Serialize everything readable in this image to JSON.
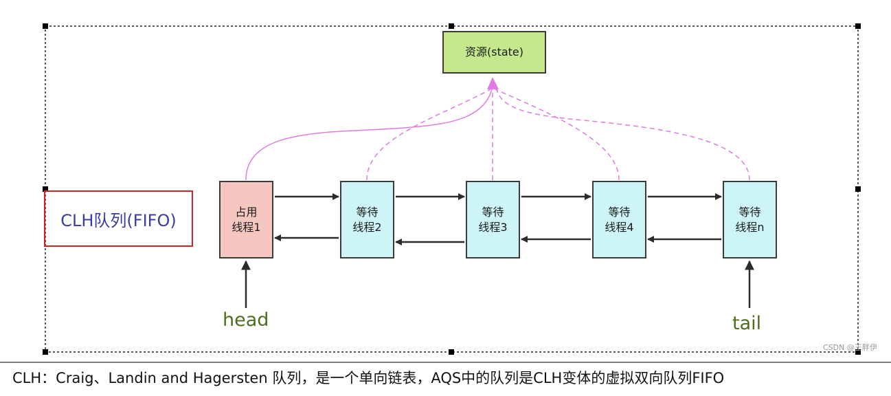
{
  "resource": {
    "label": "资源(state)"
  },
  "nodes": [
    {
      "label": "占用\n线程1"
    },
    {
      "label": "等待\n线程2"
    },
    {
      "label": "等待\n线程3"
    },
    {
      "label": "等待\n线程4"
    },
    {
      "label": "等待\n线程n"
    }
  ],
  "queue_label": "CLH队列(FIFO)",
  "pointers": {
    "head": "head",
    "tail": "tail"
  },
  "caption": "CLH：Craig、Landin and Hagersten 队列，是一个单向链表，AQS中的队列是CLH变体的虚拟双向队列FIFO",
  "watermark": "CSDN @王胖伊",
  "colors": {
    "resource_fill": "#c5e88c",
    "head_node_fill": "#f6c6c1",
    "wait_node_fill": "#cdf5f8",
    "resource_link": "#e07be0",
    "queue_label_border": "#d42020",
    "queue_label_text": "#3b3ba3",
    "pointer_text": "#4e6d1e"
  }
}
